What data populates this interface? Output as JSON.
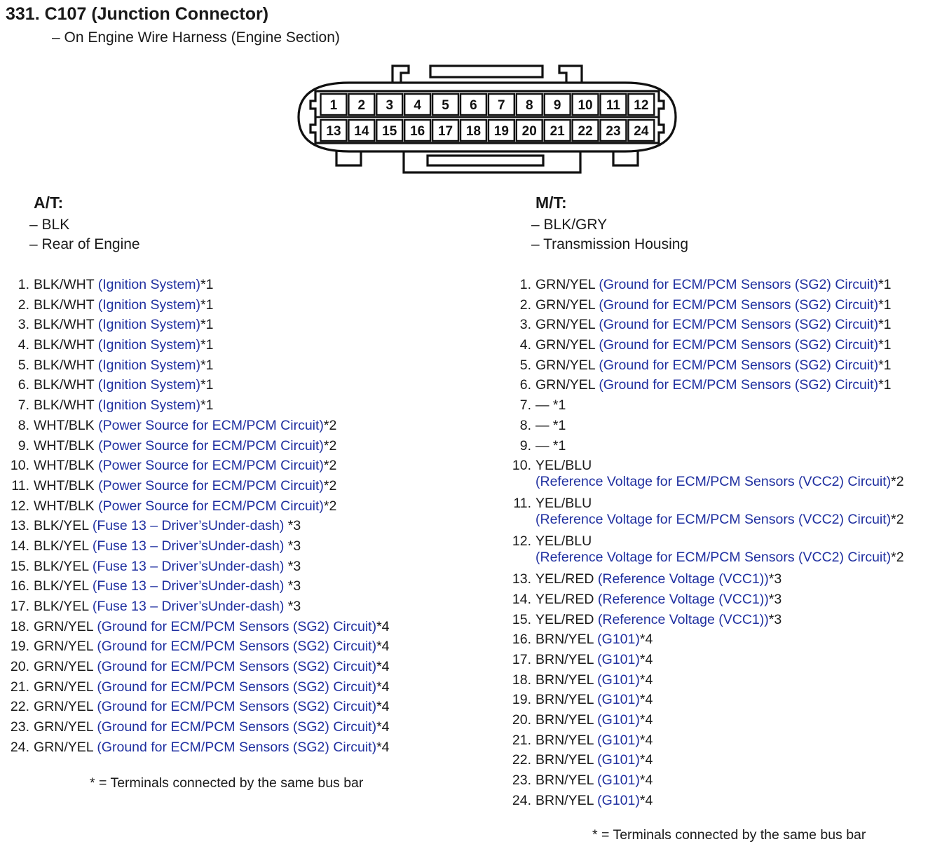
{
  "header": {
    "title": "331.  C107 (Junction Connector)",
    "subtitle": "– On Engine Wire Harness (Engine Section)"
  },
  "connector": {
    "top_row": [
      "1",
      "2",
      "3",
      "4",
      "5",
      "6",
      "7",
      "8",
      "9",
      "10",
      "11",
      "12"
    ],
    "bottom_row": [
      "13",
      "14",
      "15",
      "16",
      "17",
      "18",
      "19",
      "20",
      "21",
      "22",
      "23",
      "24"
    ]
  },
  "at": {
    "heading": "A/T:",
    "color": "– BLK",
    "location": "– Rear of Engine",
    "pins": [
      {
        "num": "1.",
        "wire": "BLK/WHT",
        "desc": "(Ignition System)",
        "note": "*1"
      },
      {
        "num": "2.",
        "wire": "BLK/WHT",
        "desc": "(Ignition System)",
        "note": "*1"
      },
      {
        "num": "3.",
        "wire": "BLK/WHT",
        "desc": "(Ignition System)",
        "note": "*1"
      },
      {
        "num": "4.",
        "wire": "BLK/WHT",
        "desc": "(Ignition System)",
        "note": "*1"
      },
      {
        "num": "5.",
        "wire": "BLK/WHT",
        "desc": "(Ignition System)",
        "note": "*1"
      },
      {
        "num": "6.",
        "wire": "BLK/WHT",
        "desc": "(Ignition System)",
        "note": "*1"
      },
      {
        "num": "7.",
        "wire": "BLK/WHT",
        "desc": "(Ignition System)",
        "note": "*1"
      },
      {
        "num": "8.",
        "wire": "WHT/BLK",
        "desc": "(Power Source for ECM/PCM Circuit)",
        "note": "*2"
      },
      {
        "num": "9.",
        "wire": "WHT/BLK",
        "desc": "(Power Source for ECM/PCM Circuit)",
        "note": "*2"
      },
      {
        "num": "10.",
        "wire": "WHT/BLK",
        "desc": "(Power Source for ECM/PCM Circuit)",
        "note": "*2"
      },
      {
        "num": "11.",
        "wire": "WHT/BLK",
        "desc": "(Power Source for ECM/PCM Circuit)",
        "note": "*2"
      },
      {
        "num": "12.",
        "wire": "WHT/BLK",
        "desc": "(Power Source for ECM/PCM Circuit)",
        "note": "*2"
      },
      {
        "num": "13.",
        "wire": "BLK/YEL",
        "desc": "(Fuse 13 – Driver’sUnder-dash)",
        "note": " *3"
      },
      {
        "num": "14.",
        "wire": "BLK/YEL",
        "desc": "(Fuse 13 – Driver’sUnder-dash)",
        "note": " *3"
      },
      {
        "num": "15.",
        "wire": "BLK/YEL",
        "desc": "(Fuse 13 – Driver’sUnder-dash)",
        "note": " *3"
      },
      {
        "num": "16.",
        "wire": "BLK/YEL",
        "desc": "(Fuse 13 – Driver’sUnder-dash)",
        "note": " *3"
      },
      {
        "num": "17.",
        "wire": "BLK/YEL",
        "desc": "(Fuse 13 – Driver’sUnder-dash)",
        "note": " *3"
      },
      {
        "num": "18.",
        "wire": "GRN/YEL",
        "desc": "(Ground for ECM/PCM Sensors (SG2) Circuit)",
        "note": "*4"
      },
      {
        "num": "19.",
        "wire": "GRN/YEL",
        "desc": "(Ground for ECM/PCM Sensors (SG2) Circuit)",
        "note": "*4"
      },
      {
        "num": "20.",
        "wire": "GRN/YEL",
        "desc": "(Ground for ECM/PCM Sensors (SG2) Circuit)",
        "note": "*4"
      },
      {
        "num": "21.",
        "wire": "GRN/YEL",
        "desc": "(Ground for ECM/PCM Sensors (SG2) Circuit)",
        "note": "*4"
      },
      {
        "num": "22.",
        "wire": "GRN/YEL",
        "desc": "(Ground for ECM/PCM Sensors (SG2) Circuit)",
        "note": "*4"
      },
      {
        "num": "23.",
        "wire": "GRN/YEL",
        "desc": "(Ground for ECM/PCM Sensors (SG2) Circuit)",
        "note": "*4"
      },
      {
        "num": "24.",
        "wire": "GRN/YEL",
        "desc": "(Ground for ECM/PCM Sensors (SG2) Circuit)",
        "note": "*4"
      }
    ],
    "footnote": "* = Terminals connected by the same bus bar"
  },
  "mt": {
    "heading": "M/T:",
    "color": "– BLK/GRY",
    "location": "– Transmission Housing",
    "pins": [
      {
        "num": "1.",
        "wire": "GRN/YEL",
        "desc": "(Ground for ECM/PCM Sensors (SG2) Circuit)",
        "note": "*1"
      },
      {
        "num": "2.",
        "wire": "GRN/YEL",
        "desc": "(Ground for ECM/PCM Sensors (SG2) Circuit)",
        "note": "*1"
      },
      {
        "num": "3.",
        "wire": "GRN/YEL",
        "desc": "(Ground for ECM/PCM Sensors (SG2) Circuit)",
        "note": "*1"
      },
      {
        "num": "4.",
        "wire": "GRN/YEL",
        "desc": "(Ground for ECM/PCM Sensors (SG2) Circuit)",
        "note": "*1"
      },
      {
        "num": "5.",
        "wire": "GRN/YEL",
        "desc": "(Ground for ECM/PCM Sensors (SG2) Circuit)",
        "note": "*1"
      },
      {
        "num": "6.",
        "wire": "GRN/YEL",
        "desc": "(Ground for ECM/PCM Sensors (SG2) Circuit)",
        "note": "*1"
      },
      {
        "num": "7.",
        "wire": "—",
        "desc": "",
        "note": " *1"
      },
      {
        "num": "8.",
        "wire": "—",
        "desc": "",
        "note": " *1"
      },
      {
        "num": "9.",
        "wire": "—",
        "desc": "",
        "note": " *1"
      },
      {
        "num": "10.",
        "wire": "YEL/BLU",
        "desc": "(Reference Voltage for ECM/PCM Sensors (VCC2) Circuit)",
        "note": "*2",
        "wrap": true
      },
      {
        "num": "11.",
        "wire": "YEL/BLU",
        "desc": "(Reference Voltage for ECM/PCM Sensors (VCC2) Circuit)",
        "note": "*2",
        "wrap": true
      },
      {
        "num": "12.",
        "wire": "YEL/BLU",
        "desc": "(Reference Voltage for ECM/PCM Sensors (VCC2) Circuit)",
        "note": "*2",
        "wrap": true
      },
      {
        "num": "13.",
        "wire": "YEL/RED",
        "desc": "(Reference Voltage (VCC1))",
        "note": "*3"
      },
      {
        "num": "14.",
        "wire": "YEL/RED",
        "desc": "(Reference Voltage (VCC1))",
        "note": "*3"
      },
      {
        "num": "15.",
        "wire": "YEL/RED",
        "desc": "(Reference Voltage (VCC1))",
        "note": "*3"
      },
      {
        "num": "16.",
        "wire": "BRN/YEL",
        "desc": "(G101)",
        "note": "*4"
      },
      {
        "num": "17.",
        "wire": "BRN/YEL",
        "desc": "(G101)",
        "note": "*4"
      },
      {
        "num": "18.",
        "wire": "BRN/YEL",
        "desc": "(G101)",
        "note": "*4"
      },
      {
        "num": "19.",
        "wire": "BRN/YEL",
        "desc": "(G101)",
        "note": "*4"
      },
      {
        "num": "20.",
        "wire": "BRN/YEL",
        "desc": "(G101)",
        "note": "*4"
      },
      {
        "num": "21.",
        "wire": "BRN/YEL",
        "desc": "(G101)",
        "note": "*4"
      },
      {
        "num": "22.",
        "wire": "BRN/YEL",
        "desc": "(G101)",
        "note": "*4"
      },
      {
        "num": "23.",
        "wire": "BRN/YEL",
        "desc": "(G101)",
        "note": "*4"
      },
      {
        "num": "24.",
        "wire": "BRN/YEL",
        "desc": "(G101)",
        "note": "*4"
      }
    ],
    "footnote": "* = Terminals connected by the same bus bar"
  },
  "colors": {
    "text": "#1a1a1a",
    "circuit_description": "#1f2fa0"
  }
}
